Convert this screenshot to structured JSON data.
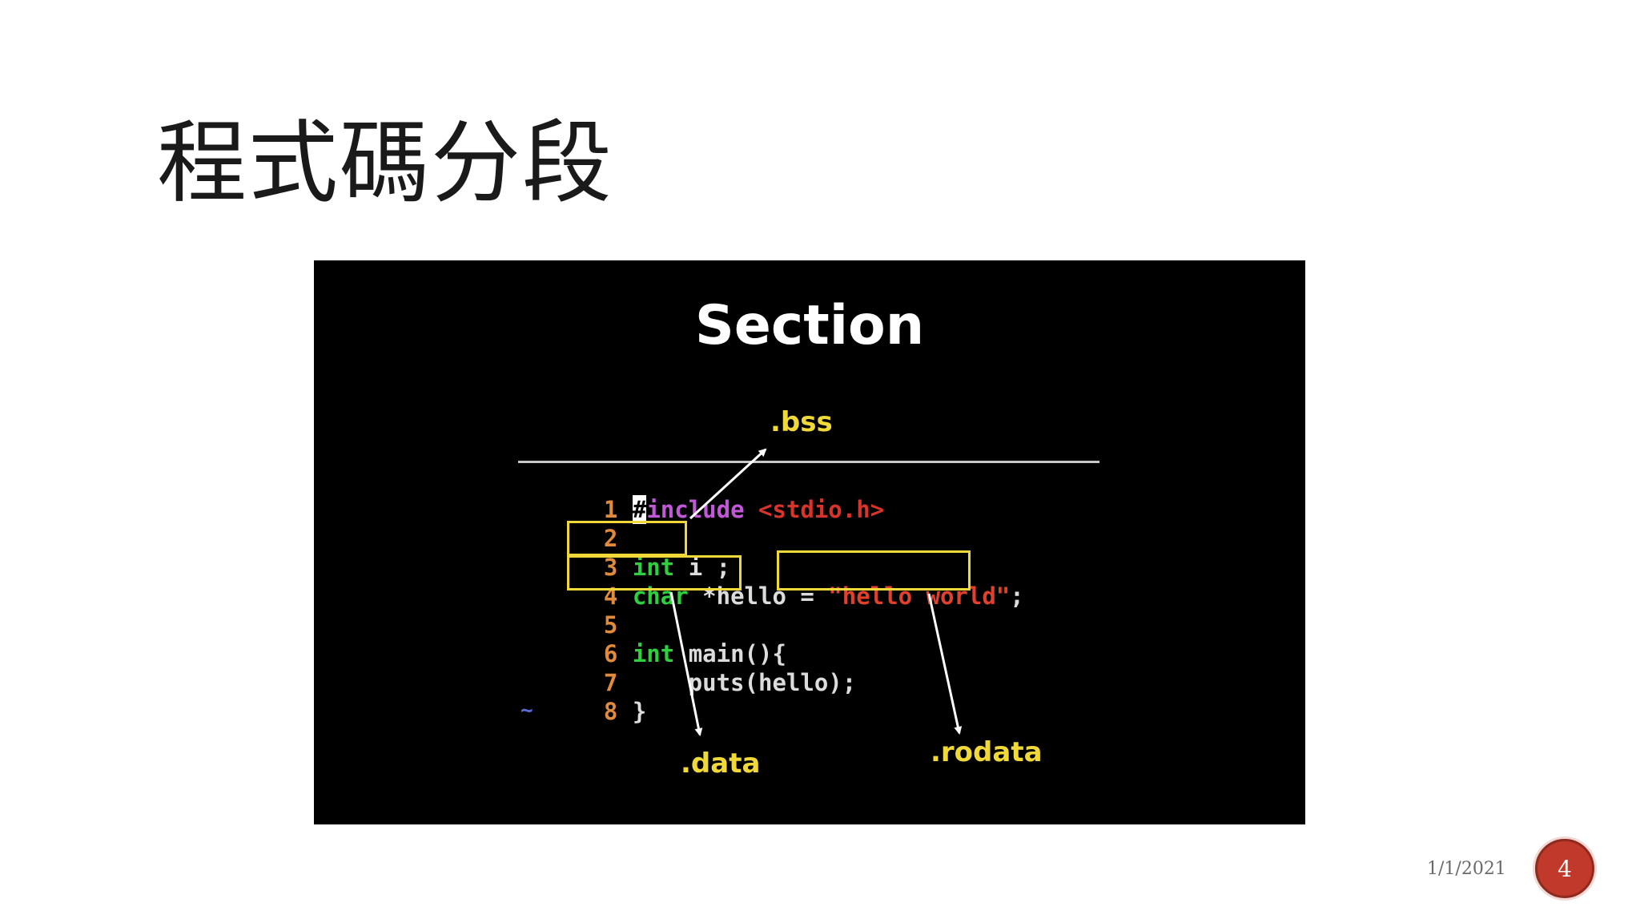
{
  "slide": {
    "title": "程式碼分段",
    "date": "1/1/2021",
    "page_number": "4"
  },
  "figure": {
    "title": "Section",
    "labels": {
      "bss": ".bss",
      "data": ".data",
      "rodata": ".rodata"
    },
    "code": {
      "line1": {
        "num": "1",
        "hash": "#",
        "include": "include ",
        "header": "<stdio.h>"
      },
      "line2": {
        "num": "2"
      },
      "line3": {
        "num": "3",
        "kw": "int",
        "rest": " i ;"
      },
      "line4": {
        "num": "4",
        "kw": "char",
        "rest": " *hello",
        "eq": " = ",
        "str": "\"hello world\"",
        "semi": ";"
      },
      "line5": {
        "num": "5"
      },
      "line6": {
        "num": "6",
        "kw": "int",
        "rest": " main(){"
      },
      "line7": {
        "num": "7",
        "rest": "    puts(hello);"
      },
      "line8": {
        "num": "8",
        "rest": "}"
      },
      "tilde": "~"
    },
    "colors": {
      "label_yellow": "#f0d838",
      "keyword_green": "#2fcf3f",
      "string_red": "#e0402c",
      "include_purple": "#c158d8",
      "line_number_orange": "#e08a3c"
    }
  }
}
